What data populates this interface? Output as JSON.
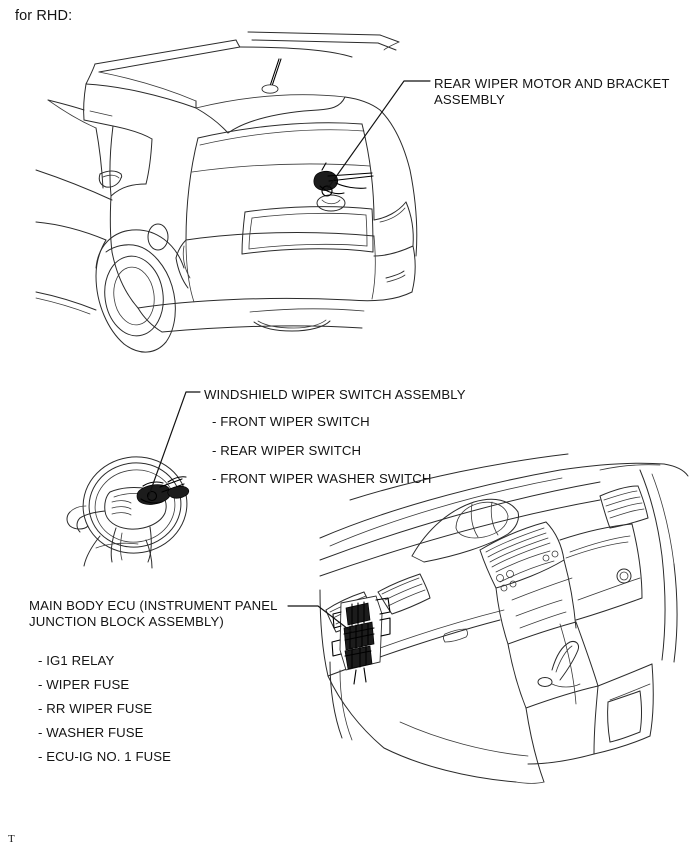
{
  "document": {
    "intro_note": "for RHD:",
    "page_marker": "T"
  },
  "callouts": [
    {
      "id": "rear-wiper-motor",
      "line1": "REAR WIPER MOTOR AND BRACKET",
      "line2": "ASSEMBLY"
    },
    {
      "id": "windshield-wiper-switch",
      "heading": "WINDSHIELD WIPER SWITCH ASSEMBLY",
      "items": [
        "- FRONT WIPER SWITCH",
        "- REAR WIPER SWITCH",
        "- FRONT WIPER WASHER SWITCH"
      ]
    },
    {
      "id": "main-body-ecu",
      "heading_line1": "MAIN BODY ECU (INSTRUMENT PANEL",
      "heading_line2": "JUNCTION BLOCK ASSEMBLY)",
      "items": [
        "- IG1 RELAY",
        "- WIPER FUSE",
        "- RR WIPER FUSE",
        "- WASHER FUSE",
        "- ECU-IG NO. 1 FUSE"
      ]
    }
  ],
  "illustrations": [
    {
      "id": "vehicle-rear-three-quarter-view",
      "label": "rear hatchback exterior with rear wiper"
    },
    {
      "id": "steering-wheel-view",
      "label": "steering wheel with wiper switch stalk"
    },
    {
      "id": "instrument-panel-view",
      "label": "instrument panel interior with junction block"
    }
  ],
  "colors": {
    "line": "#2b2b2b",
    "leader": "#111111",
    "text": "#141414",
    "background": "#ffffff"
  }
}
